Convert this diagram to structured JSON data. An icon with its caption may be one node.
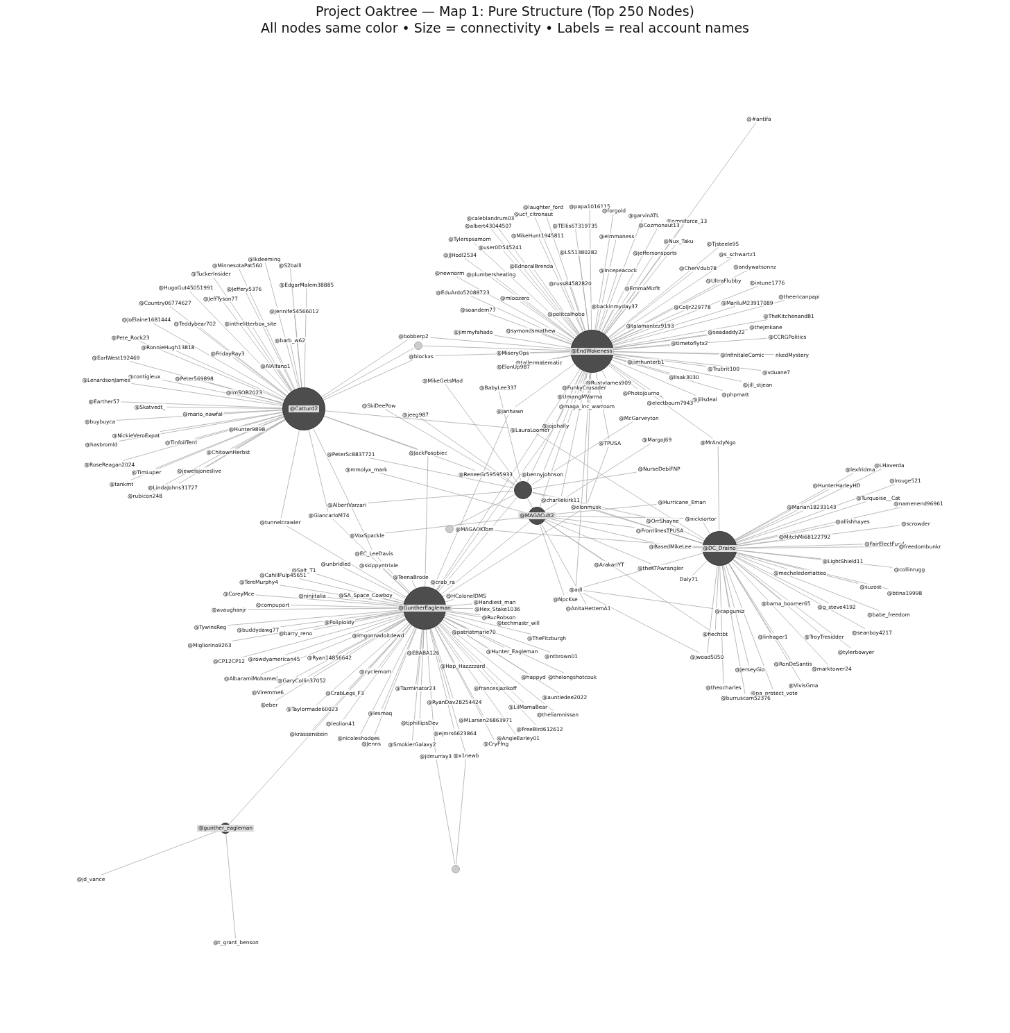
{
  "diagram": {
    "title": "Project Oaktree — Map 1: Pure Structure (Top 250 Nodes)",
    "labels": [
      "All nodes same color • Size = connectivity • Labels = real account names"
    ],
    "nodes": [
      {
        "text": [
          "@Catturd2"
        ]
      },
      {
        "text": [
          "@EndWokeness"
        ]
      },
      {
        "text": [
          "@DC_Draino"
        ]
      },
      {
        "text": [
          "@GuntherEagleman"
        ]
      },
      {
        "text": [],
        "shape": "circle"
      },
      {
        "text": [
          "@MAGACult2"
        ]
      },
      {
        "text": [
          "@gunther_eagleman"
        ]
      },
      {
        "text": [
          "@lkdeeming"
        ]
      },
      {
        "text": [
          "@MinnesotaPat560"
        ]
      },
      {
        "text": [
          "@S2balll"
        ]
      },
      {
        "text": [
          "@TuckerInsider"
        ]
      },
      {
        "text": [
          "@HugoGut45051991"
        ]
      },
      {
        "text": [
          "@Jeffery5376"
        ]
      },
      {
        "text": [
          "@EdgarMalem38885"
        ]
      },
      {
        "text": [
          "@JeffTyson77"
        ]
      },
      {
        "text": [
          "@Country06774627"
        ]
      },
      {
        "text": [
          "@Jennife54566012"
        ]
      },
      {
        "text": [
          "@JoElaine1681444"
        ]
      },
      {
        "text": [
          "@Teddybear702"
        ]
      },
      {
        "text": [
          "@inthelitterbox_site"
        ]
      },
      {
        "text": [
          "@Pete_Rock23"
        ]
      },
      {
        "text": [
          "@RonnieHugh13818"
        ]
      },
      {
        "text": [
          "@barb_w62"
        ]
      },
      {
        "text": [
          "@FridayRay3"
        ]
      },
      {
        "text": [
          "@EarlWest192469"
        ]
      },
      {
        "text": [
          "@AlAlfano1"
        ]
      },
      {
        "text": [
          "@contigieux"
        ]
      },
      {
        "text": [
          "@LenardsonJames"
        ]
      },
      {
        "text": [
          "@Peter569898"
        ]
      },
      {
        "text": [
          "@ImSOB2023"
        ]
      },
      {
        "text": [
          "@Earther57"
        ]
      },
      {
        "text": [
          "@Skatvedt_"
        ]
      },
      {
        "text": [
          "@mario_nawfal"
        ]
      },
      {
        "text": [
          "@buybuyca"
        ]
      },
      {
        "text": [
          "@NickieVeroExpat"
        ]
      },
      {
        "text": [
          "@Hunter9898"
        ]
      },
      {
        "text": [
          "@hasbromld"
        ]
      },
      {
        "text": [
          "@TinfoilTerri"
        ]
      },
      {
        "text": [
          "@ChitownHerbst"
        ]
      },
      {
        "text": [
          "@RoseReagan2024"
        ]
      },
      {
        "text": [
          "@TimLuper"
        ]
      },
      {
        "text": [
          "@jewelsjoneslive"
        ]
      },
      {
        "text": [
          "@tankmt"
        ]
      },
      {
        "text": [
          "@LindaJohns31727"
        ]
      },
      {
        "text": [
          "@rubicon248"
        ]
      },
      {
        "text": [
          "@bobberp2"
        ]
      },
      {
        "text": [],
        "shape": "circle"
      },
      {
        "text": [
          "@blockxs"
        ]
      },
      {
        "text": [
          "@laughter_ford"
        ]
      },
      {
        "text": [
          "@papa1016115"
        ]
      },
      {
        "text": [
          "@ucf_citronaut"
        ]
      },
      {
        "text": [
          "@forgold"
        ]
      },
      {
        "text": [
          "@garvinATL"
        ]
      },
      {
        "text": [
          "@calebIandrum03"
        ]
      },
      {
        "text": [
          "@omniforce_13"
        ]
      },
      {
        "text": [
          "@albert43044507"
        ]
      },
      {
        "text": [
          "@TEllis67319735"
        ]
      },
      {
        "text": [
          "@Cozmonaut13"
        ]
      },
      {
        "text": [
          "@MikeHunt1945811"
        ]
      },
      {
        "text": [
          "@elmmaness"
        ]
      },
      {
        "text": [
          "@Tylerspsamom"
        ]
      },
      {
        "text": [
          "@user0D545241"
        ]
      },
      {
        "text": [
          "@Nux_Taku"
        ]
      },
      {
        "text": [
          "@Tjsteele95"
        ]
      },
      {
        "text": [
          "@JJHodl2534"
        ]
      },
      {
        "text": [
          "@LS51380282"
        ]
      },
      {
        "text": [
          "@jeffersonsports"
        ]
      },
      {
        "text": [
          "@s_schwartz1"
        ]
      },
      {
        "text": [
          "@EdnoralBrenda"
        ]
      },
      {
        "text": [
          "@Incepeacock"
        ]
      },
      {
        "text": [
          "@CherVdub78"
        ]
      },
      {
        "text": [
          "@andywatsonnz"
        ]
      },
      {
        "text": [
          "@newnorm"
        ]
      },
      {
        "text": [
          "@plumbersheating"
        ]
      },
      {
        "text": [
          "@UltraFlubby"
        ]
      },
      {
        "text": [
          "@intune1776"
        ]
      },
      {
        "text": [
          "@russ84582820"
        ]
      },
      {
        "text": [
          "@EmmaMizfit"
        ]
      },
      {
        "text": [
          "@EduArdo52088723"
        ]
      },
      {
        "text": [
          "@mloozero"
        ]
      },
      {
        "text": [
          "@theericanpapi"
        ]
      },
      {
        "text": [
          "@ColJr229778"
        ]
      },
      {
        "text": [
          "@MariluM23917089"
        ]
      },
      {
        "text": [
          "@backinmyday37"
        ]
      },
      {
        "text": [
          "@soandem77"
        ]
      },
      {
        "text": [
          "@politcalhobo"
        ]
      },
      {
        "text": [
          "@TheKitchenandB1"
        ]
      },
      {
        "text": [
          "@talamantez9193"
        ]
      },
      {
        "text": [
          "@thejmkane"
        ]
      },
      {
        "text": [
          "@jimmyfahado"
        ]
      },
      {
        "text": [
          "@symondsmathew"
        ]
      },
      {
        "text": [
          "@seadaddy22"
        ]
      },
      {
        "text": [
          "@CCRGPolitics"
        ]
      },
      {
        "text": [
          "@timetoflytx2"
        ]
      },
      {
        "text": [
          "@MiseryOps"
        ]
      },
      {
        "text": [
          "@InfinitaleComic"
        ]
      },
      {
        "text": [
          "nkedMystery"
        ]
      },
      {
        "text": [
          "@tallermatematic"
        ]
      },
      {
        "text": [
          "@jimhunterb1"
        ]
      },
      {
        "text": [
          "@Trubrit100"
        ]
      },
      {
        "text": [
          "@vduane7"
        ]
      },
      {
        "text": [
          "@ElonUp987"
        ]
      },
      {
        "text": [
          "@lisak3030"
        ]
      },
      {
        "text": [
          "@jill_stjean"
        ]
      },
      {
        "text": [
          "@RustyJames909"
        ]
      },
      {
        "text": [
          "@FunkyCrusader"
        ]
      },
      {
        "text": [
          "@PhotoJourno_"
        ]
      },
      {
        "text": [
          "@phpmatt"
        ]
      },
      {
        "text": [
          "@jillsdeal"
        ]
      },
      {
        "text": [
          "@electbourn7943"
        ]
      },
      {
        "text": [
          "@UmangMVarma"
        ]
      },
      {
        "text": [
          "@maga_inc_warroom"
        ]
      },
      {
        "text": [
          "@BabyLee337"
        ]
      },
      {
        "text": [
          "@MikeGetsMad"
        ]
      },
      {
        "text": [
          "@janhawn"
        ]
      },
      {
        "text": [
          "@SkiDeePow"
        ]
      },
      {
        "text": [
          "@jeeg987"
        ]
      },
      {
        "text": [
          "@LauraLoomer"
        ]
      },
      {
        "text": [
          "@jojohally"
        ]
      },
      {
        "text": [
          "@McGarveyton"
        ]
      },
      {
        "text": [
          "@TPUSA"
        ]
      },
      {
        "text": [
          "@MargoJ69"
        ]
      },
      {
        "text": [
          "@MrAndyNgo"
        ]
      },
      {
        "text": [
          "@PeterSc8837721"
        ]
      },
      {
        "text": [
          "@JackPosobiec"
        ]
      },
      {
        "text": [
          "@mmolyx_mark"
        ]
      },
      {
        "text": [
          "@ReneeGr59595933"
        ]
      },
      {
        "text": [
          "@bennyjohnson"
        ]
      },
      {
        "text": [
          "@NurseDebiFNP"
        ]
      },
      {
        "text": [
          "@charliekirk11"
        ]
      },
      {
        "text": [
          "@AlbertVarzari"
        ]
      },
      {
        "text": [
          "@GiancarloM74"
        ]
      },
      {
        "text": [
          "@tunnelcrawler"
        ]
      },
      {
        "text": [
          "@elonmusk"
        ]
      },
      {
        "text": [
          "@Hurricane_Eman"
        ]
      },
      {
        "text": [
          "@OrrShayne"
        ]
      },
      {
        "text": [
          "@FrontlinesTPUSA"
        ]
      },
      {
        "text": [
          "@nicksortor"
        ]
      },
      {
        "text": [],
        "shape": "circle"
      },
      {
        "text": [
          "@MAGAOKTom"
        ]
      },
      {
        "text": [
          "@VoxSpackle"
        ]
      },
      {
        "text": [
          "@BasedMikeLee"
        ]
      },
      {
        "text": [
          "@EC_LeeDavis"
        ]
      },
      {
        "text": [
          "@ArakariYT"
        ]
      },
      {
        "text": [
          "@theKTAwrangler"
        ]
      },
      {
        "text": [
          "Daly71"
        ]
      },
      {
        "text": [
          "@adl"
        ]
      },
      {
        "text": [
          "@NpcKse"
        ]
      },
      {
        "text": [
          "@AnitaHettemA1"
        ]
      },
      {
        "text": [
          "@Salt_T1"
        ]
      },
      {
        "text": [
          "@unbridled"
        ]
      },
      {
        "text": [
          "@skippyntrixie"
        ]
      },
      {
        "text": [
          "@CahillFulp45651"
        ]
      },
      {
        "text": [
          "@TereMurphy4"
        ]
      },
      {
        "text": [
          "@TeenaBrode"
        ]
      },
      {
        "text": [
          "@crab_ra"
        ]
      },
      {
        "text": [
          "@CoreyMce"
        ]
      },
      {
        "text": [
          "@ninjitalia"
        ]
      },
      {
        "text": [
          "@SA_Space_Cowboy"
        ]
      },
      {
        "text": [
          "@HColonelDMS"
        ]
      },
      {
        "text": [
          "@compuport"
        ]
      },
      {
        "text": [
          "@Handiest_man"
        ]
      },
      {
        "text": [
          "@avaughanjr"
        ]
      },
      {
        "text": [
          "@Hex_Stake1036"
        ]
      },
      {
        "text": [
          "@RucRobson"
        ]
      },
      {
        "text": [
          "@Poliploidy"
        ]
      },
      {
        "text": [
          "@techmastr_will"
        ]
      },
      {
        "text": [
          "@TywinsReg"
        ]
      },
      {
        "text": [
          "@buddydawg77"
        ]
      },
      {
        "text": [
          "@barry_reno"
        ]
      },
      {
        "text": [
          "@patriotmarie70"
        ]
      },
      {
        "text": [
          "@imgonnadoitdewd"
        ]
      },
      {
        "text": [
          "@TheFitzburgh"
        ]
      },
      {
        "text": [
          "@Migliorino9263"
        ]
      },
      {
        "text": [
          "@Hunter_Eagleman"
        ]
      },
      {
        "text": [
          "@EBABA126"
        ]
      },
      {
        "text": [
          "@ntbrown01"
        ]
      },
      {
        "text": [
          "@CP12CP12"
        ]
      },
      {
        "text": [
          "@rowdyamerican45"
        ]
      },
      {
        "text": [
          "@Ryan14856642"
        ]
      },
      {
        "text": [
          "@Hap_Hazzzzard"
        ]
      },
      {
        "text": [
          "@happyd"
        ]
      },
      {
        "text": [
          "@thelongshotcouk"
        ]
      },
      {
        "text": [
          "@cyclemom"
        ]
      },
      {
        "text": [
          "@AlbaramiMohamed"
        ]
      },
      {
        "text": [
          "@GaryCollin37052"
        ]
      },
      {
        "text": [
          "@francesjazikoff"
        ]
      },
      {
        "text": [
          "@Tazminator23"
        ]
      },
      {
        "text": [
          "@Viremme6"
        ]
      },
      {
        "text": [
          "@CrabLegs_F3"
        ]
      },
      {
        "text": [
          "@auntiedee2022"
        ]
      },
      {
        "text": [
          "@eber"
        ]
      },
      {
        "text": [
          "@Taylormade60023"
        ]
      },
      {
        "text": [
          "@RyanDav28254424"
        ]
      },
      {
        "text": [
          "@lesmaq"
        ]
      },
      {
        "text": [
          "@LilMamaBear"
        ]
      },
      {
        "text": [
          "@theliamnissan"
        ]
      },
      {
        "text": [
          "@leolion41"
        ]
      },
      {
        "text": [
          "@tjphillipsDev"
        ]
      },
      {
        "text": [
          "@MLarsen26863971"
        ]
      },
      {
        "text": [
          "@FreeBird612612"
        ]
      },
      {
        "text": [
          "@krassenstein"
        ]
      },
      {
        "text": [
          "@nicoleshodges"
        ]
      },
      {
        "text": [
          "@ejmrs6623864"
        ]
      },
      {
        "text": [
          "@Jenns"
        ]
      },
      {
        "text": [
          "@SmokierGalaxy2"
        ]
      },
      {
        "text": [
          "@AngieEarley01"
        ]
      },
      {
        "text": [
          "@CryFfng"
        ]
      },
      {
        "text": [
          "@jdmurray3"
        ]
      },
      {
        "text": [
          "@x1newb"
        ]
      },
      {
        "text": [
          "@lexfridma"
        ]
      },
      {
        "text": [
          "@LHaverda"
        ]
      },
      {
        "text": [
          "@HunterHarleyHD"
        ]
      },
      {
        "text": [
          "@lrouge521"
        ]
      },
      {
        "text": [
          "@Turquoise__Cat"
        ]
      },
      {
        "text": [
          "@namenend96961"
        ]
      },
      {
        "text": [
          "@Marian18233143"
        ]
      },
      {
        "text": [
          "@allishhayes"
        ]
      },
      {
        "text": [
          "@scrowder"
        ]
      },
      {
        "text": [
          "@MitchMi68122792"
        ]
      },
      {
        "text": [
          "@FairElectFund"
        ]
      },
      {
        "text": [
          "@freedombunkr"
        ]
      },
      {
        "text": [
          "@LightShield11"
        ]
      },
      {
        "text": [
          "@collinrugg"
        ]
      },
      {
        "text": [
          "@mecheledematteo"
        ]
      },
      {
        "text": [
          "@suzost"
        ]
      },
      {
        "text": [
          "@btina19998"
        ]
      },
      {
        "text": [
          "@bama_boomer65"
        ]
      },
      {
        "text": [
          "@g_steve4192"
        ]
      },
      {
        "text": [
          "@babe_freedom"
        ]
      },
      {
        "text": [
          "@capgunsz"
        ]
      },
      {
        "text": [
          "@fiechtbt"
        ]
      },
      {
        "text": [
          "@linhager1"
        ]
      },
      {
        "text": [
          "@TroyTresidder"
        ]
      },
      {
        "text": [
          "@seanboy4217"
        ]
      },
      {
        "text": [
          "@tylerbowyer"
        ]
      },
      {
        "text": [
          "@jwood5050"
        ]
      },
      {
        "text": [
          "@JerseyGio"
        ]
      },
      {
        "text": [
          "@RonDeSantis"
        ]
      },
      {
        "text": [
          "@marktower24"
        ]
      },
      {
        "text": [
          "@VivisGma"
        ]
      },
      {
        "text": [
          "@theocharles"
        ]
      },
      {
        "text": [
          "@pa_protect_vote"
        ]
      },
      {
        "text": [
          "@burruscam52376"
        ]
      },
      {
        "text": [
          "@#antifa"
        ]
      },
      {
        "text": [],
        "shape": "circle"
      },
      {
        "text": [
          "@jd_vance"
        ]
      },
      {
        "text": [
          "@t_grant_benson"
        ]
      }
    ],
    "edges": [
      {
        "from": 7,
        "to": 0,
        "arrow": "none"
      },
      {
        "from": 8,
        "to": 0,
        "arrow": "none"
      },
      {
        "from": 9,
        "to": 0,
        "arrow": "none"
      },
      {
        "from": 10,
        "to": 0,
        "arrow": "none"
      },
      {
        "from": 11,
        "to": 0,
        "arrow": "none"
      },
      {
        "from": 12,
        "to": 0,
        "arrow": "none"
      },
      {
        "from": 13,
        "to": 0,
        "arrow": "none"
      },
      {
        "from": 14,
        "to": 0,
        "arrow": "none"
      },
      {
        "from": 15,
        "to": 0,
        "arrow": "none"
      },
      {
        "from": 16,
        "to": 0,
        "arrow": "none"
      },
      {
        "from": 17,
        "to": 0,
        "arrow": "none"
      },
      {
        "from": 18,
        "to": 0,
        "arrow": "none"
      },
      {
        "from": 19,
        "to": 0,
        "arrow": "none"
      },
      {
        "from": 20,
        "to": 0,
        "arrow": "none"
      },
      {
        "from": 21,
        "to": 0,
        "arrow": "none"
      },
      {
        "from": 22,
        "to": 0,
        "arrow": "none"
      },
      {
        "from": 23,
        "to": 0,
        "arrow": "none"
      },
      {
        "from": 24,
        "to": 0,
        "arrow": "none"
      },
      {
        "from": 25,
        "to": 0,
        "arrow": "none"
      },
      {
        "from": 26,
        "to": 0,
        "arrow": "none"
      },
      {
        "from": 27,
        "to": 0,
        "arrow": "none"
      },
      {
        "from": 28,
        "to": 0,
        "arrow": "none"
      },
      {
        "from": 29,
        "to": 0,
        "arrow": "none"
      },
      {
        "from": 30,
        "to": 0,
        "arrow": "none"
      },
      {
        "from": 31,
        "to": 0,
        "arrow": "none"
      },
      {
        "from": 32,
        "to": 0,
        "arrow": "none"
      },
      {
        "from": 33,
        "to": 0,
        "arrow": "none"
      },
      {
        "from": 34,
        "to": 0,
        "arrow": "none"
      },
      {
        "from": 35,
        "to": 0,
        "arrow": "none"
      },
      {
        "from": 36,
        "to": 0,
        "arrow": "none"
      },
      {
        "from": 37,
        "to": 0,
        "arrow": "none"
      },
      {
        "from": 38,
        "to": 0,
        "arrow": "none"
      },
      {
        "from": 39,
        "to": 0,
        "arrow": "none"
      },
      {
        "from": 40,
        "to": 0,
        "arrow": "none"
      },
      {
        "from": 41,
        "to": 0,
        "arrow": "none"
      },
      {
        "from": 42,
        "to": 0,
        "arrow": "none"
      },
      {
        "from": 43,
        "to": 0,
        "arrow": "none"
      },
      {
        "from": 44,
        "to": 0,
        "arrow": "none"
      },
      {
        "from": 45,
        "to": 0,
        "arrow": "none"
      },
      {
        "from": 45,
        "to": 1,
        "arrow": "none"
      },
      {
        "from": 4,
        "to": 0,
        "arrow": "none"
      },
      {
        "from": 4,
        "to": 1,
        "arrow": "none"
      },
      {
        "from": 47,
        "to": 0,
        "arrow": "none"
      },
      {
        "from": 47,
        "to": 1,
        "arrow": "none"
      },
      {
        "from": 48,
        "to": 1,
        "arrow": "none"
      },
      {
        "from": 49,
        "to": 1,
        "arrow": "none"
      },
      {
        "from": 50,
        "to": 1,
        "arrow": "none"
      },
      {
        "from": 51,
        "to": 1,
        "arrow": "none"
      },
      {
        "from": 52,
        "to": 1,
        "arrow": "none"
      },
      {
        "from": 53,
        "to": 1,
        "arrow": "none"
      },
      {
        "from": 54,
        "to": 1,
        "arrow": "none"
      },
      {
        "from": 55,
        "to": 1,
        "arrow": "none"
      },
      {
        "from": 56,
        "to": 1,
        "arrow": "none"
      },
      {
        "from": 57,
        "to": 1,
        "arrow": "none"
      },
      {
        "from": 58,
        "to": 1,
        "arrow": "none"
      },
      {
        "from": 59,
        "to": 1,
        "arrow": "none"
      },
      {
        "from": 60,
        "to": 1,
        "arrow": "none"
      },
      {
        "from": 61,
        "to": 1,
        "arrow": "none"
      },
      {
        "from": 62,
        "to": 1,
        "arrow": "none"
      },
      {
        "from": 63,
        "to": 1,
        "arrow": "none"
      },
      {
        "from": 64,
        "to": 1,
        "arrow": "none"
      },
      {
        "from": 65,
        "to": 1,
        "arrow": "none"
      },
      {
        "from": 66,
        "to": 1,
        "arrow": "none"
      },
      {
        "from": 67,
        "to": 1,
        "arrow": "none"
      },
      {
        "from": 68,
        "to": 1,
        "arrow": "none"
      },
      {
        "from": 69,
        "to": 1,
        "arrow": "none"
      },
      {
        "from": 70,
        "to": 1,
        "arrow": "none"
      },
      {
        "from": 71,
        "to": 1,
        "arrow": "none"
      },
      {
        "from": 72,
        "to": 1,
        "arrow": "none"
      },
      {
        "from": 73,
        "to": 1,
        "arrow": "none"
      },
      {
        "from": 74,
        "to": 1,
        "arrow": "none"
      },
      {
        "from": 75,
        "to": 1,
        "arrow": "none"
      },
      {
        "from": 76,
        "to": 1,
        "arrow": "none"
      },
      {
        "from": 77,
        "to": 1,
        "arrow": "none"
      },
      {
        "from": 78,
        "to": 1,
        "arrow": "none"
      },
      {
        "from": 79,
        "to": 1,
        "arrow": "none"
      },
      {
        "from": 80,
        "to": 1,
        "arrow": "none"
      },
      {
        "from": 81,
        "to": 1,
        "arrow": "none"
      },
      {
        "from": 82,
        "to": 1,
        "arrow": "none"
      },
      {
        "from": 83,
        "to": 1,
        "arrow": "none"
      },
      {
        "from": 84,
        "to": 1,
        "arrow": "none"
      },
      {
        "from": 85,
        "to": 1,
        "arrow": "none"
      },
      {
        "from": 86,
        "to": 1,
        "arrow": "none"
      },
      {
        "from": 87,
        "to": 1,
        "arrow": "none"
      },
      {
        "from": 88,
        "to": 1,
        "arrow": "none"
      },
      {
        "from": 89,
        "to": 1,
        "arrow": "none"
      },
      {
        "from": 90,
        "to": 1,
        "arrow": "none"
      },
      {
        "from": 91,
        "to": 1,
        "arrow": "none"
      },
      {
        "from": 92,
        "to": 1,
        "arrow": "none"
      },
      {
        "from": 93,
        "to": 1,
        "arrow": "none"
      },
      {
        "from": 94,
        "to": 1,
        "arrow": "none"
      },
      {
        "from": 95,
        "to": 1,
        "arrow": "none"
      },
      {
        "from": 96,
        "to": 1,
        "arrow": "none"
      },
      {
        "from": 97,
        "to": 1,
        "arrow": "none"
      },
      {
        "from": 98,
        "to": 1,
        "arrow": "none"
      },
      {
        "from": 99,
        "to": 1,
        "arrow": "none"
      },
      {
        "from": 100,
        "to": 1,
        "arrow": "none"
      },
      {
        "from": 101,
        "to": 1,
        "arrow": "none"
      },
      {
        "from": 102,
        "to": 1,
        "arrow": "none"
      },
      {
        "from": 103,
        "to": 1,
        "arrow": "none"
      },
      {
        "from": 104,
        "to": 1,
        "arrow": "none"
      },
      {
        "from": 105,
        "to": 1,
        "arrow": "none"
      },
      {
        "from": 106,
        "to": 1,
        "arrow": "none"
      },
      {
        "from": 107,
        "to": 1,
        "arrow": "none"
      },
      {
        "from": 108,
        "to": 1,
        "arrow": "none"
      },
      {
        "from": 109,
        "to": 1,
        "arrow": "none"
      },
      {
        "from": 110,
        "to": 1,
        "arrow": "none"
      },
      {
        "from": 111,
        "to": 1,
        "arrow": "none"
      },
      {
        "from": 112,
        "to": 46,
        "arrow": "none"
      },
      {
        "from": 113,
        "to": 46,
        "arrow": "none"
      },
      {
        "from": 114,
        "to": 1,
        "arrow": "none"
      },
      {
        "from": 114,
        "to": 3,
        "arrow": "none"
      },
      {
        "from": 115,
        "to": 46,
        "arrow": "none"
      },
      {
        "from": 116,
        "to": 46,
        "arrow": "none"
      },
      {
        "from": 117,
        "to": 0,
        "arrow": "none"
      },
      {
        "from": 117,
        "to": 2,
        "arrow": "none"
      },
      {
        "from": 118,
        "to": 1,
        "arrow": "none"
      },
      {
        "from": 118,
        "to": 3,
        "arrow": "none"
      },
      {
        "from": 119,
        "to": 46,
        "arrow": "none"
      },
      {
        "from": 120,
        "to": 1,
        "arrow": "none"
      },
      {
        "from": 120,
        "to": 133,
        "arrow": "none"
      },
      {
        "from": 121,
        "to": 5,
        "arrow": "none"
      },
      {
        "from": 122,
        "to": 1,
        "arrow": "none"
      },
      {
        "from": 122,
        "to": 2,
        "arrow": "none"
      },
      {
        "from": 123,
        "to": 46,
        "arrow": "none"
      },
      {
        "from": 124,
        "to": 0,
        "arrow": "none"
      },
      {
        "from": 124,
        "to": 3,
        "arrow": "none"
      },
      {
        "from": 125,
        "to": 5,
        "arrow": "none"
      },
      {
        "from": 126,
        "to": 0,
        "arrow": "none"
      },
      {
        "from": 127,
        "to": 1,
        "arrow": "none"
      },
      {
        "from": 128,
        "to": 46,
        "arrow": "none"
      },
      {
        "from": 129,
        "to": 1,
        "arrow": "none"
      },
      {
        "from": 129,
        "to": 2,
        "arrow": "none"
      },
      {
        "from": 129,
        "to": 46,
        "arrow": "none"
      },
      {
        "from": 130,
        "to": 46,
        "arrow": "none"
      },
      {
        "from": 131,
        "to": 0,
        "arrow": "none"
      },
      {
        "from": 131,
        "to": 3,
        "arrow": "none"
      },
      {
        "from": 132,
        "to": 0,
        "arrow": "none"
      },
      {
        "from": 132,
        "to": 3,
        "arrow": "none"
      },
      {
        "from": 133,
        "to": 1,
        "arrow": "none"
      },
      {
        "from": 133,
        "to": 2,
        "arrow": "none"
      },
      {
        "from": 133,
        "to": 3,
        "arrow": "none"
      },
      {
        "from": 134,
        "to": 5,
        "arrow": "none"
      },
      {
        "from": 135,
        "to": 46,
        "arrow": "none"
      },
      {
        "from": 135,
        "to": 2,
        "arrow": "none"
      },
      {
        "from": 136,
        "to": 5,
        "arrow": "none"
      },
      {
        "from": 136,
        "to": 2,
        "arrow": "none"
      },
      {
        "from": 137,
        "to": 2,
        "arrow": "none"
      },
      {
        "from": 137,
        "to": 5,
        "arrow": "none"
      },
      {
        "from": 138,
        "to": 46,
        "arrow": "none"
      },
      {
        "from": 139,
        "to": 2,
        "arrow": "none"
      },
      {
        "from": 140,
        "to": 5,
        "arrow": "none"
      },
      {
        "from": 141,
        "to": 2,
        "arrow": "none"
      },
      {
        "from": 141,
        "to": 5,
        "arrow": "none"
      },
      {
        "from": 142,
        "to": 0,
        "arrow": "none"
      },
      {
        "from": 142,
        "to": 3,
        "arrow": "none"
      },
      {
        "from": 143,
        "to": 5,
        "arrow": "none"
      },
      {
        "from": 144,
        "to": 5,
        "arrow": "none"
      },
      {
        "from": 145,
        "to": 2,
        "arrow": "none"
      },
      {
        "from": 146,
        "to": 1,
        "arrow": "none"
      },
      {
        "from": 146,
        "to": 2,
        "arrow": "none"
      },
      {
        "from": 147,
        "to": 5,
        "arrow": "none"
      },
      {
        "from": 148,
        "to": 5,
        "arrow": "none"
      },
      {
        "from": 46,
        "to": 3,
        "arrow": "none"
      },
      {
        "from": 46,
        "to": 1,
        "arrow": "none"
      },
      {
        "from": 5,
        "to": 3,
        "arrow": "none"
      },
      {
        "from": 5,
        "to": 1,
        "arrow": "none"
      },
      {
        "from": 1,
        "to": 3,
        "arrow": "none"
      },
      {
        "from": 46,
        "to": 5,
        "arrow": "none"
      },
      {
        "from": 149,
        "to": 3,
        "arrow": "none"
      },
      {
        "from": 150,
        "to": 3,
        "arrow": "none"
      },
      {
        "from": 151,
        "to": 3,
        "arrow": "none"
      },
      {
        "from": 152,
        "to": 3,
        "arrow": "none"
      },
      {
        "from": 153,
        "to": 3,
        "arrow": "none"
      },
      {
        "from": 154,
        "to": 3,
        "arrow": "none"
      },
      {
        "from": 155,
        "to": 3,
        "arrow": "none"
      },
      {
        "from": 156,
        "to": 3,
        "arrow": "none"
      },
      {
        "from": 157,
        "to": 3,
        "arrow": "none"
      },
      {
        "from": 158,
        "to": 3,
        "arrow": "none"
      },
      {
        "from": 159,
        "to": 3,
        "arrow": "none"
      },
      {
        "from": 160,
        "to": 3,
        "arrow": "none"
      },
      {
        "from": 161,
        "to": 3,
        "arrow": "none"
      },
      {
        "from": 162,
        "to": 3,
        "arrow": "none"
      },
      {
        "from": 163,
        "to": 3,
        "arrow": "none"
      },
      {
        "from": 164,
        "to": 3,
        "arrow": "none"
      },
      {
        "from": 165,
        "to": 3,
        "arrow": "none"
      },
      {
        "from": 166,
        "to": 3,
        "arrow": "none"
      },
      {
        "from": 167,
        "to": 3,
        "arrow": "none"
      },
      {
        "from": 168,
        "to": 3,
        "arrow": "none"
      },
      {
        "from": 169,
        "to": 3,
        "arrow": "none"
      },
      {
        "from": 170,
        "to": 3,
        "arrow": "none"
      },
      {
        "from": 171,
        "to": 3,
        "arrow": "none"
      },
      {
        "from": 172,
        "to": 3,
        "arrow": "none"
      },
      {
        "from": 173,
        "to": 3,
        "arrow": "none"
      },
      {
        "from": 174,
        "to": 3,
        "arrow": "none"
      },
      {
        "from": 175,
        "to": 3,
        "arrow": "none"
      },
      {
        "from": 176,
        "to": 3,
        "arrow": "none"
      },
      {
        "from": 177,
        "to": 3,
        "arrow": "none"
      },
      {
        "from": 178,
        "to": 3,
        "arrow": "none"
      },
      {
        "from": 179,
        "to": 3,
        "arrow": "none"
      },
      {
        "from": 180,
        "to": 3,
        "arrow": "none"
      },
      {
        "from": 181,
        "to": 3,
        "arrow": "none"
      },
      {
        "from": 182,
        "to": 3,
        "arrow": "none"
      },
      {
        "from": 183,
        "to": 3,
        "arrow": "none"
      },
      {
        "from": 184,
        "to": 3,
        "arrow": "none"
      },
      {
        "from": 185,
        "to": 3,
        "arrow": "none"
      },
      {
        "from": 186,
        "to": 3,
        "arrow": "none"
      },
      {
        "from": 187,
        "to": 3,
        "arrow": "none"
      },
      {
        "from": 188,
        "to": 3,
        "arrow": "none"
      },
      {
        "from": 189,
        "to": 3,
        "arrow": "none"
      },
      {
        "from": 190,
        "to": 3,
        "arrow": "none"
      },
      {
        "from": 191,
        "to": 3,
        "arrow": "none"
      },
      {
        "from": 192,
        "to": 3,
        "arrow": "none"
      },
      {
        "from": 193,
        "to": 3,
        "arrow": "none"
      },
      {
        "from": 194,
        "to": 3,
        "arrow": "none"
      },
      {
        "from": 195,
        "to": 3,
        "arrow": "none"
      },
      {
        "from": 196,
        "to": 3,
        "arrow": "none"
      },
      {
        "from": 197,
        "to": 3,
        "arrow": "none"
      },
      {
        "from": 198,
        "to": 3,
        "arrow": "none"
      },
      {
        "from": 199,
        "to": 3,
        "arrow": "none"
      },
      {
        "from": 200,
        "to": 3,
        "arrow": "none"
      },
      {
        "from": 201,
        "to": 3,
        "arrow": "none"
      },
      {
        "from": 202,
        "to": 3,
        "arrow": "none"
      },
      {
        "from": 203,
        "to": 3,
        "arrow": "none"
      },
      {
        "from": 204,
        "to": 3,
        "arrow": "none"
      },
      {
        "from": 205,
        "to": 3,
        "arrow": "none"
      },
      {
        "from": 206,
        "to": 3,
        "arrow": "none"
      },
      {
        "from": 207,
        "to": 3,
        "arrow": "none"
      },
      {
        "from": 208,
        "to": 3,
        "arrow": "none"
      },
      {
        "from": 209,
        "to": 3,
        "arrow": "none"
      },
      {
        "from": 210,
        "to": 2,
        "arrow": "none"
      },
      {
        "from": 211,
        "to": 2,
        "arrow": "none"
      },
      {
        "from": 212,
        "to": 2,
        "arrow": "none"
      },
      {
        "from": 213,
        "to": 2,
        "arrow": "none"
      },
      {
        "from": 214,
        "to": 2,
        "arrow": "none"
      },
      {
        "from": 215,
        "to": 2,
        "arrow": "none"
      },
      {
        "from": 216,
        "to": 2,
        "arrow": "none"
      },
      {
        "from": 217,
        "to": 2,
        "arrow": "none"
      },
      {
        "from": 218,
        "to": 2,
        "arrow": "none"
      },
      {
        "from": 219,
        "to": 2,
        "arrow": "none"
      },
      {
        "from": 220,
        "to": 2,
        "arrow": "none"
      },
      {
        "from": 221,
        "to": 2,
        "arrow": "none"
      },
      {
        "from": 222,
        "to": 2,
        "arrow": "none"
      },
      {
        "from": 223,
        "to": 2,
        "arrow": "none"
      },
      {
        "from": 224,
        "to": 2,
        "arrow": "none"
      },
      {
        "from": 225,
        "to": 2,
        "arrow": "none"
      },
      {
        "from": 226,
        "to": 2,
        "arrow": "none"
      },
      {
        "from": 227,
        "to": 2,
        "arrow": "none"
      },
      {
        "from": 228,
        "to": 2,
        "arrow": "none"
      },
      {
        "from": 229,
        "to": 2,
        "arrow": "none"
      },
      {
        "from": 230,
        "to": 2,
        "arrow": "none"
      },
      {
        "from": 231,
        "to": 2,
        "arrow": "none"
      },
      {
        "from": 232,
        "to": 2,
        "arrow": "none"
      },
      {
        "from": 233,
        "to": 2,
        "arrow": "none"
      },
      {
        "from": 234,
        "to": 2,
        "arrow": "none"
      },
      {
        "from": 235,
        "to": 2,
        "arrow": "none"
      },
      {
        "from": 236,
        "to": 2,
        "arrow": "none"
      },
      {
        "from": 237,
        "to": 2,
        "arrow": "none"
      },
      {
        "from": 238,
        "to": 2,
        "arrow": "none"
      },
      {
        "from": 239,
        "to": 2,
        "arrow": "none"
      },
      {
        "from": 240,
        "to": 2,
        "arrow": "none"
      },
      {
        "from": 241,
        "to": 2,
        "arrow": "none"
      },
      {
        "from": 242,
        "to": 2,
        "arrow": "none"
      },
      {
        "from": 243,
        "to": 2,
        "arrow": "none"
      },
      {
        "from": 146,
        "to": 230,
        "arrow": "none"
      },
      {
        "from": 5,
        "to": 231,
        "arrow": "none"
      },
      {
        "from": 146,
        "to": 236,
        "arrow": "none"
      },
      {
        "from": 244,
        "to": 1,
        "arrow": "none"
      },
      {
        "from": 6,
        "to": 3,
        "arrow": "none"
      },
      {
        "from": 6,
        "to": 246,
        "arrow": "none"
      },
      {
        "from": 6,
        "to": 247,
        "arrow": "none"
      },
      {
        "from": 245,
        "to": 208,
        "arrow": "none"
      },
      {
        "from": 245,
        "to": 209,
        "arrow": "none"
      }
    ]
  }
}
